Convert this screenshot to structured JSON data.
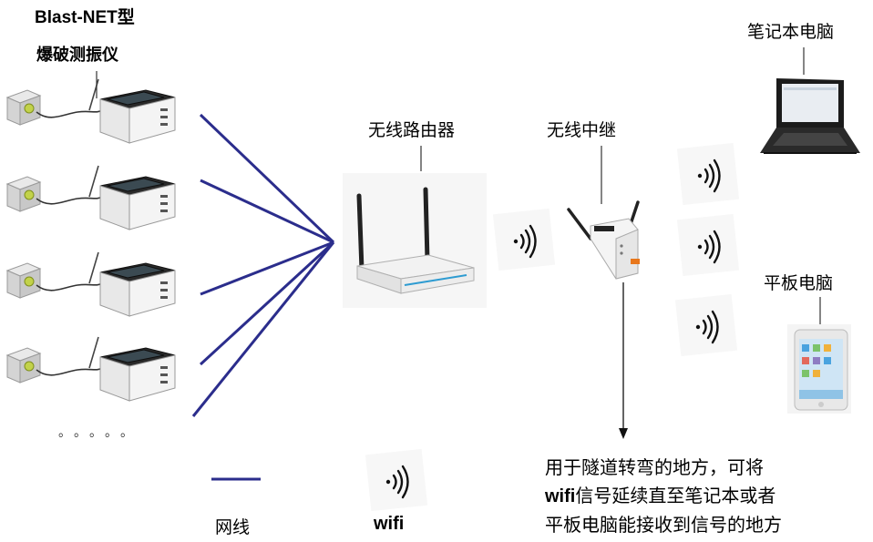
{
  "device": {
    "model": "Blast-NET型",
    "name": "爆破测振仪",
    "ellipsis": "。。。。。"
  },
  "router": {
    "label": "无线路由器"
  },
  "repeater": {
    "label": "无线中继"
  },
  "laptop": {
    "label": "笔记本电脑"
  },
  "tablet": {
    "label": "平板电脑"
  },
  "note": {
    "line1": "用于隧道转弯的地方，可将",
    "line2_bold": "wifi",
    "line2_rest": "信号延续直至笔记本或者",
    "line3": "平板电脑能接收到信号的地方"
  },
  "legend": {
    "cable_label": "网线",
    "wifi_label": "wifi"
  },
  "colors": {
    "cable": "#2b2d8c",
    "device_body": "#f1f1f1",
    "device_top": "#1e1e1e"
  },
  "icons": [
    "vibration-meter-icon",
    "router-icon",
    "repeater-icon",
    "laptop-icon",
    "tablet-icon",
    "wifi-signal-icon"
  ]
}
